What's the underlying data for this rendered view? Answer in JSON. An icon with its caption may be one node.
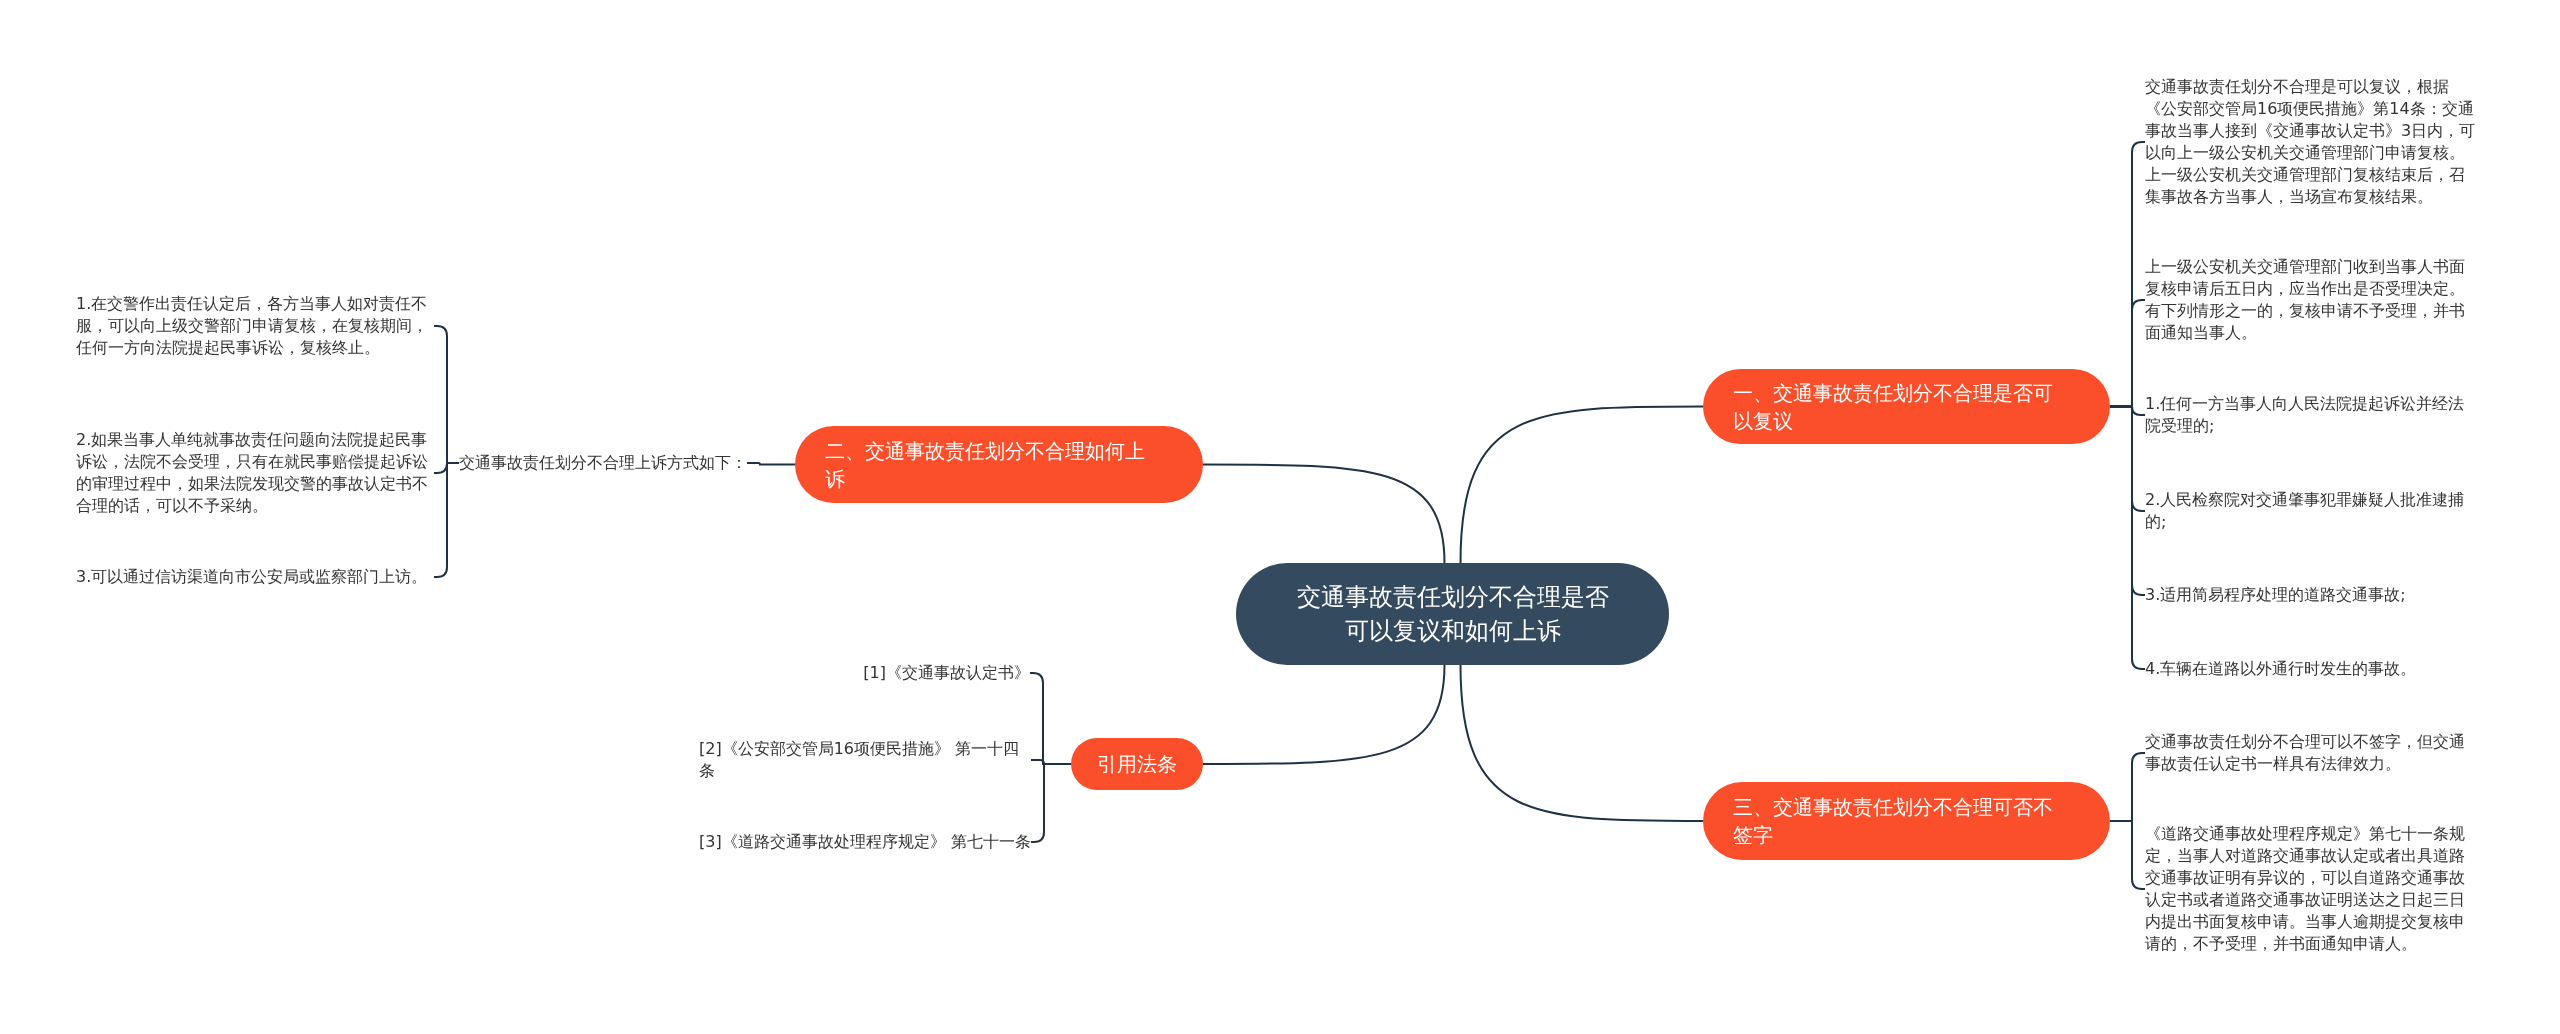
{
  "diagram": {
    "nodes": [
      {
        "text": [
          "交通事故责任划分不合理是否可以复议和如何上诉"
        ]
      },
      {
        "text": [
          "一、交通事故责任划分不合理是否可以复议"
        ]
      },
      {
        "text": [
          "交通事故责任划分不合理是可以复议，根据《公安部交管局16项便民措施》第14条：交通事故当事人接到《交通事故认定书》3日内，可以向上一级公安机关交通管理部门申请复核。上一级公安机关交通管理部门复核结束后，召集事故各方当事人，当场宣布复核结果。"
        ]
      },
      {
        "text": [
          "上一级公安机关交通管理部门收到当事人书面复核申请后五日内，应当作出是否受理决定。有下列情形之一的，复核申请不予受理，并书面通知当事人。"
        ]
      },
      {
        "text": [
          "1.任何一方当事人向人民法院提起诉讼并经法院受理的;"
        ]
      },
      {
        "text": [
          "2.人民检察院对交通肇事犯罪嫌疑人批准逮捕的;"
        ]
      },
      {
        "text": [
          "3.适用简易程序处理的道路交通事故;"
        ]
      },
      {
        "text": [
          "4.车辆在道路以外通行时发生的事故。"
        ]
      },
      {
        "text": [
          "二、交通事故责任划分不合理如何上诉"
        ]
      },
      {
        "text": [
          "交通事故责任划分不合理上诉方式如下："
        ]
      },
      {
        "text": [
          "1.在交警作出责任认定后，各方当事人如对责任不服，可以向上级交警部门申请复核，在复核期间，任何一方向法院提起民事诉讼，复核终止。"
        ]
      },
      {
        "text": [
          "2.如果当事人单纯就事故责任问题向法院提起民事诉讼，法院不会受理，只有在就民事赔偿提起诉讼的审理过程中，如果法院发现交警的事故认定书不合理的话，可以不予采纳。"
        ]
      },
      {
        "text": [
          "3.可以通过信访渠道向市公安局或监察部门上访。"
        ]
      },
      {
        "text": [
          "引用法条"
        ]
      },
      {
        "text": [
          "[1]《交通事故认定书》"
        ]
      },
      {
        "text": [
          "[2]《公安部交管局16项便民措施》 第一十四条"
        ]
      },
      {
        "text": [
          "[3]《道路交通事故处理程序规定》 第七十一条"
        ]
      },
      {
        "text": [
          "三、交通事故责任划分不合理可否不签字"
        ]
      },
      {
        "text": [
          "交通事故责任划分不合理可以不签字，但交通事故责任认定书一样具有法律效力。"
        ]
      },
      {
        "text": [
          "《道路交通事故处理程序规定》第七十一条规定，当事人对道路交通事故认定或者出具道路交通事故证明有异议的，可以自道路交通事故认定书或者道路交通事故证明送达之日起三日内提出书面复核申请。当事人逾期提交复核申请的，不予受理，并书面通知申请人。"
        ]
      }
    ],
    "edges": [
      {
        "from": 0,
        "to": 1,
        "arrow": "none"
      },
      {
        "from": 1,
        "to": 2,
        "arrow": "none"
      },
      {
        "from": 1,
        "to": 3,
        "arrow": "none"
      },
      {
        "from": 1,
        "to": 4,
        "arrow": "none"
      },
      {
        "from": 1,
        "to": 5,
        "arrow": "none"
      },
      {
        "from": 1,
        "to": 6,
        "arrow": "none"
      },
      {
        "from": 1,
        "to": 7,
        "arrow": "none"
      },
      {
        "from": 0,
        "to": 8,
        "arrow": "none"
      },
      {
        "from": 8,
        "to": 9,
        "arrow": "none"
      },
      {
        "from": 9,
        "to": 10,
        "arrow": "none"
      },
      {
        "from": 9,
        "to": 11,
        "arrow": "none"
      },
      {
        "from": 9,
        "to": 12,
        "arrow": "none"
      },
      {
        "from": 0,
        "to": 13,
        "arrow": "none"
      },
      {
        "from": 13,
        "to": 14,
        "arrow": "none"
      },
      {
        "from": 13,
        "to": 15,
        "arrow": "none"
      },
      {
        "from": 13,
        "to": 16,
        "arrow": "none"
      },
      {
        "from": 0,
        "to": 17,
        "arrow": "none"
      },
      {
        "from": 17,
        "to": 18,
        "arrow": "none"
      },
      {
        "from": 17,
        "to": 19,
        "arrow": "none"
      }
    ]
  }
}
